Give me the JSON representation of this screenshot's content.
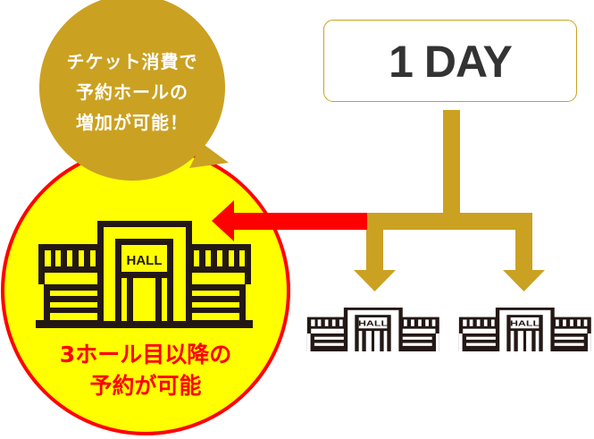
{
  "colors": {
    "gold": "#cba122",
    "red": "#ff0000",
    "yellow": "#ffff00",
    "building": "#231815",
    "day_text": "#333333",
    "background": "#ffffff"
  },
  "speech_bubble": {
    "lines": [
      "チケット消費で",
      "予約ホールの",
      "増加が可能！"
    ]
  },
  "plan_box": {
    "label": "1 DAY"
  },
  "highlight_circle": {
    "building_sign": "HALL",
    "lines": [
      "3ホール目以降の",
      "予約が可能"
    ]
  },
  "included_halls": [
    {
      "sign": "HALL"
    },
    {
      "sign": "HALL"
    }
  ],
  "icons": {
    "building": "hall-building-icon",
    "arrow_down": "arrow-down-icon",
    "arrow_left": "arrow-left-icon"
  }
}
